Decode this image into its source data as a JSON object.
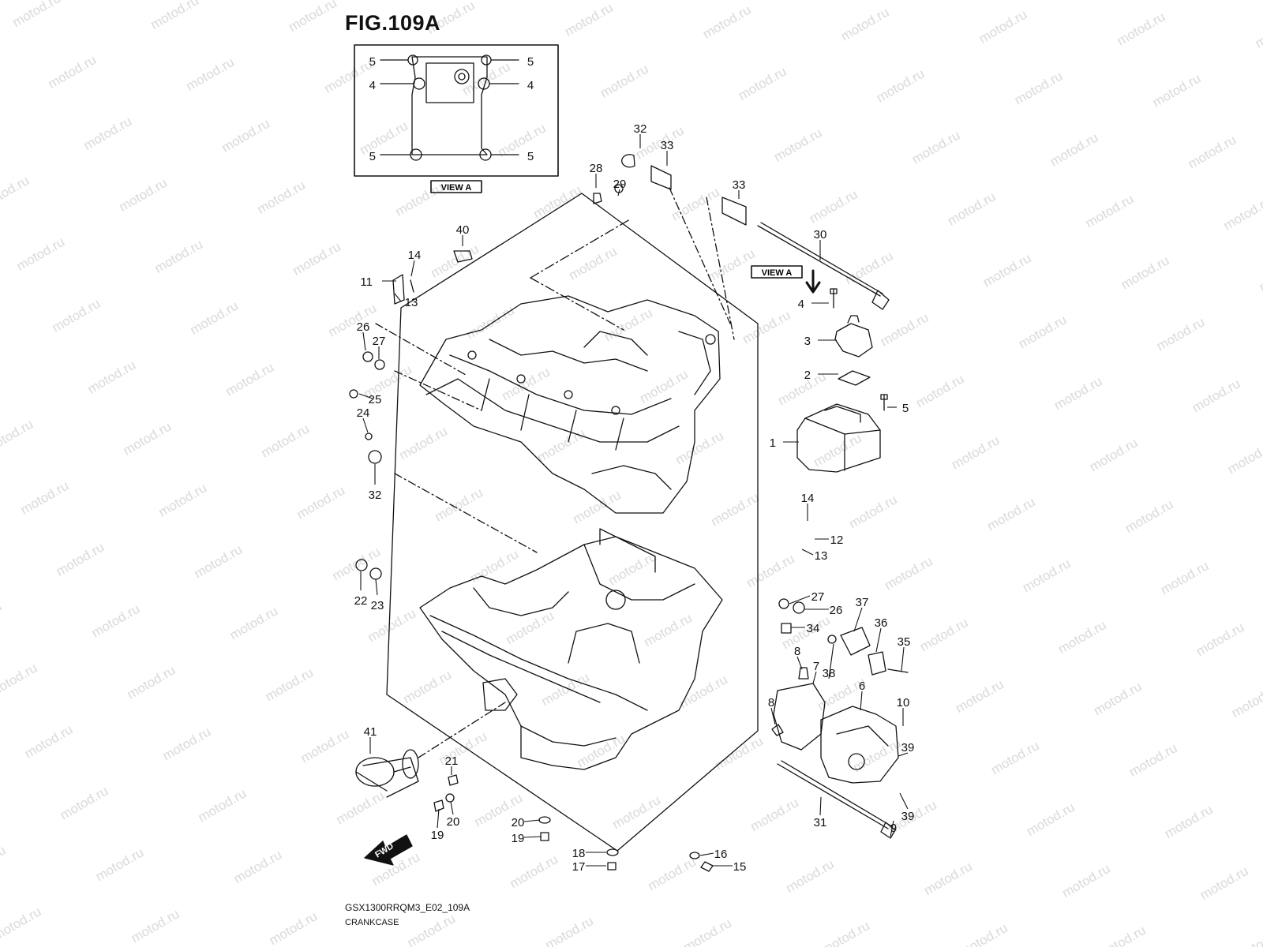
{
  "figure": {
    "title": "FIG.109A",
    "code": "GSX1300RRQM3_E02_109A",
    "name": "CRANKCASE",
    "view_label_inset": "VIEW A",
    "view_label_main": "VIEW A",
    "fwd_label": "FWD",
    "watermark": "motod.ru"
  },
  "callouts": [
    "5",
    "5",
    "4",
    "4",
    "5",
    "5",
    "32",
    "33",
    "28",
    "29",
    "33",
    "40",
    "30",
    "14",
    "11",
    "13",
    "26",
    "27",
    "25",
    "24",
    "32",
    "4",
    "3",
    "2",
    "5",
    "1",
    "14",
    "12",
    "13",
    "27",
    "26",
    "34",
    "37",
    "36",
    "35",
    "8",
    "7",
    "38",
    "6",
    "8",
    "10",
    "39",
    "39",
    "22",
    "23",
    "41",
    "21",
    "19",
    "20",
    "20",
    "19",
    "18",
    "17",
    "16",
    "15",
    "31",
    "9"
  ]
}
